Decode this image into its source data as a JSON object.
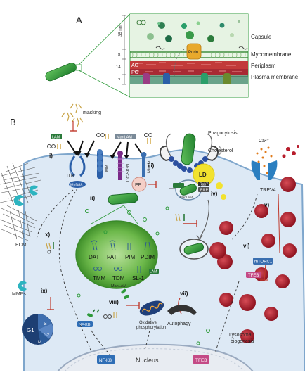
{
  "panel_a": {
    "label": "A",
    "scale_top": "35 nm",
    "scale_mid": "8",
    "scale_low1": "14",
    "scale_low2": "7",
    "porin": "Porin",
    "ag": "AG",
    "pg": "PG",
    "layers": [
      "Capsule",
      "Mycomembrane",
      "Periplasm",
      "Plasma membrane"
    ]
  },
  "panel_b": {
    "label": "B",
    "masking": "masking",
    "receptors": {
      "lam": "LAM",
      "manlam": "ManLAM",
      "tlr": "TLR",
      "myd88": "MyD88",
      "mr": "MR",
      "dcsign": "DC-SIGN",
      "mincle": "Mincle"
    },
    "numerals": {
      "i": "i)",
      "ii": "ii)",
      "iii": "iii)",
      "iv": "iv)",
      "v": "v)",
      "vi": "vi)",
      "vii": "vii)",
      "viii": "viii)",
      "ix": "ix)",
      "x": "x)"
    },
    "phagocytosis": "Phagocytosis",
    "cholesterol": "Cholesterol",
    "ca": "Ca²⁺",
    "trpv4": "TRPV4",
    "ee": "EE",
    "ld": "LD",
    "rab7": "Rab7",
    "rilp": "RILP",
    "mancam": "ManLAM",
    "lipids": [
      "DAT",
      "PAT",
      "PIM",
      "PDIM",
      "TMM",
      "TDM",
      "SL-1"
    ],
    "lam_small": "LAM",
    "manlam_small": "ManLAM",
    "ecm": "ECM",
    "mmps": "MMPs",
    "nfkb1": "NF-KB",
    "nfkb2": "NF-KB",
    "oxphos": "Oxidative\nphosphorylation",
    "autophagy": "Autophagy",
    "mtorc1": "mTORC1",
    "tfeb": "TFEB",
    "tfeb_nuc": "TFEB",
    "nucleus": "Nucleus",
    "lysosomal": "Lysosomal\nbiogenesis",
    "cell_cycle": [
      "G1",
      "S",
      "G2",
      "M"
    ]
  },
  "colors": {
    "capsule": "#e3f3e2",
    "border": "#2e9a3a",
    "cell": "#dbe9f6",
    "cell_edge": "#6a98c5",
    "bacteria": "#2f9e3e",
    "granuloma": "#5fae3f",
    "lysosome": "#b71c2b",
    "blue_dark": "#2b5f9e",
    "ld": "#f2e22e"
  }
}
